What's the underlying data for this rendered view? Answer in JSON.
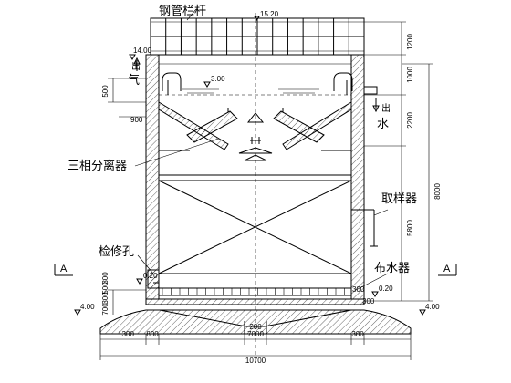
{
  "labels": {
    "railing": "钢管栏杆",
    "gas": "气",
    "gas_arrow": "出",
    "water": "水",
    "water_arrow": "出",
    "separator": "三相分离器",
    "sampler": "取样器",
    "manhole": "检修孔",
    "distributor": "布水器",
    "section_left": "A",
    "section_right": "A"
  },
  "elevations": {
    "top": "15.20",
    "rim": "14.00",
    "water_level": "3.00",
    "left_water": "3.00",
    "bottom_left": "0.20",
    "bottom_right": "0.20",
    "ground_left": "4.00",
    "ground_right": "4.00"
  },
  "dims_right": [
    "1200",
    "1000",
    "2200",
    "5800",
    "8000"
  ],
  "dims_left": [
    "500",
    "700",
    "300",
    "500",
    "300"
  ],
  "dims_left_small": [
    "900",
    "300"
  ],
  "dims_bottom": [
    "1300",
    "800",
    "7000",
    "300"
  ],
  "dims_total": "10700",
  "dims_bottom_center": "200"
}
